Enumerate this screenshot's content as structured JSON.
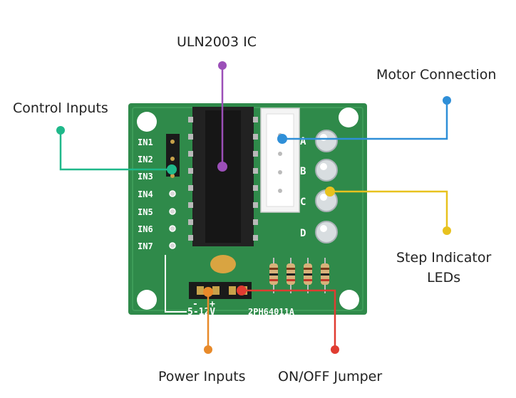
{
  "callouts": {
    "uln_ic": "ULN2003 IC",
    "motor_connection": "Motor Connection",
    "control_inputs": "Control Inputs",
    "step_indicator_line1": "Step Indicator",
    "step_indicator_line2": "LEDs",
    "power_inputs": "Power Inputs",
    "onoff_jumper": "ON/OFF Jumper"
  },
  "board": {
    "input_pins": [
      "IN1",
      "IN2",
      "IN3",
      "IN4",
      "IN5",
      "IN6",
      "IN7"
    ],
    "led_labels": [
      "A",
      "B",
      "C",
      "D"
    ],
    "power_minus": "-",
    "power_plus": "+",
    "power_voltage": "5-12V",
    "part_number": "2PH64011A"
  },
  "colors": {
    "pcb": "#2f8a4a",
    "uln_callout": "#9b4fb8",
    "motor_callout": "#2f8fd8",
    "control_callout": "#1fb88a",
    "step_callout": "#e8c21e",
    "power_callout": "#e88a2a",
    "jumper_callout": "#e03c31"
  }
}
